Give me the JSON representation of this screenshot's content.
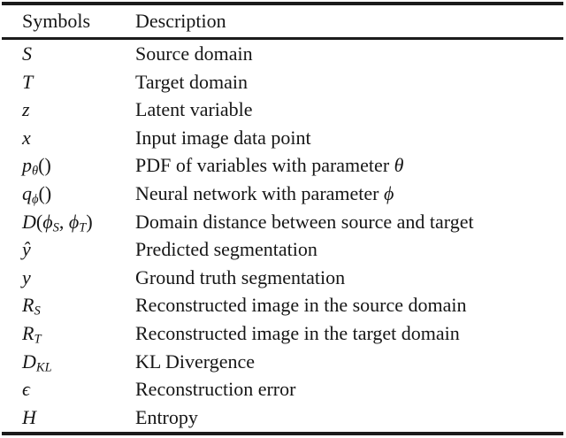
{
  "colors": {
    "background": "#ffffff",
    "rule": "#1b1b1b",
    "text": "#161616"
  },
  "table": {
    "header": {
      "symbols": "Symbols",
      "description": "Description"
    },
    "rows": [
      {
        "symbol": [
          [
            "S",
            "i"
          ]
        ],
        "description": [
          [
            "Source domain",
            "n"
          ]
        ]
      },
      {
        "symbol": [
          [
            "T",
            "i"
          ]
        ],
        "description": [
          [
            "Target domain",
            "n"
          ]
        ]
      },
      {
        "symbol": [
          [
            "z",
            "i"
          ]
        ],
        "description": [
          [
            "Latent variable",
            "n"
          ]
        ]
      },
      {
        "symbol": [
          [
            "x",
            "i"
          ]
        ],
        "description": [
          [
            "Input image data point",
            "n"
          ]
        ]
      },
      {
        "symbol": [
          [
            "p",
            "i"
          ],
          [
            "θ",
            "s"
          ],
          [
            "()",
            "n"
          ]
        ],
        "description": [
          [
            "PDF of variables with parameter ",
            "n"
          ],
          [
            "θ",
            "i"
          ]
        ]
      },
      {
        "symbol": [
          [
            "q",
            "i"
          ],
          [
            "ϕ",
            "s"
          ],
          [
            "()",
            "n"
          ]
        ],
        "description": [
          [
            "Neural network with parameter ",
            "n"
          ],
          [
            "ϕ",
            "i"
          ]
        ]
      },
      {
        "symbol": [
          [
            "D",
            "i"
          ],
          [
            "(",
            "n"
          ],
          [
            "ϕ",
            "i"
          ],
          [
            "S",
            "s"
          ],
          [
            ", ",
            "n"
          ],
          [
            "ϕ",
            "i"
          ],
          [
            "T",
            "s"
          ],
          [
            ")",
            "n"
          ]
        ],
        "description": [
          [
            "Domain distance between source and target",
            "n"
          ]
        ]
      },
      {
        "symbol": [
          [
            "ŷ",
            "i"
          ]
        ],
        "description": [
          [
            "Predicted segmentation",
            "n"
          ]
        ]
      },
      {
        "symbol": [
          [
            "y",
            "i"
          ]
        ],
        "description": [
          [
            "Ground truth segmentation",
            "n"
          ]
        ]
      },
      {
        "symbol": [
          [
            "R",
            "i"
          ],
          [
            "S",
            "s"
          ]
        ],
        "description": [
          [
            "Reconstructed image in the source domain",
            "n"
          ]
        ]
      },
      {
        "symbol": [
          [
            "R",
            "i"
          ],
          [
            "T",
            "s"
          ]
        ],
        "description": [
          [
            "Reconstructed image in the target domain",
            "n"
          ]
        ]
      },
      {
        "symbol": [
          [
            "D",
            "i"
          ],
          [
            "KL",
            "s"
          ]
        ],
        "description": [
          [
            "KL Divergence",
            "n"
          ]
        ]
      },
      {
        "symbol": [
          [
            "ϵ",
            "i"
          ]
        ],
        "description": [
          [
            "Reconstruction error",
            "n"
          ]
        ]
      },
      {
        "symbol": [
          [
            "H",
            "i"
          ]
        ],
        "description": [
          [
            "Entropy",
            "n"
          ]
        ]
      }
    ]
  }
}
